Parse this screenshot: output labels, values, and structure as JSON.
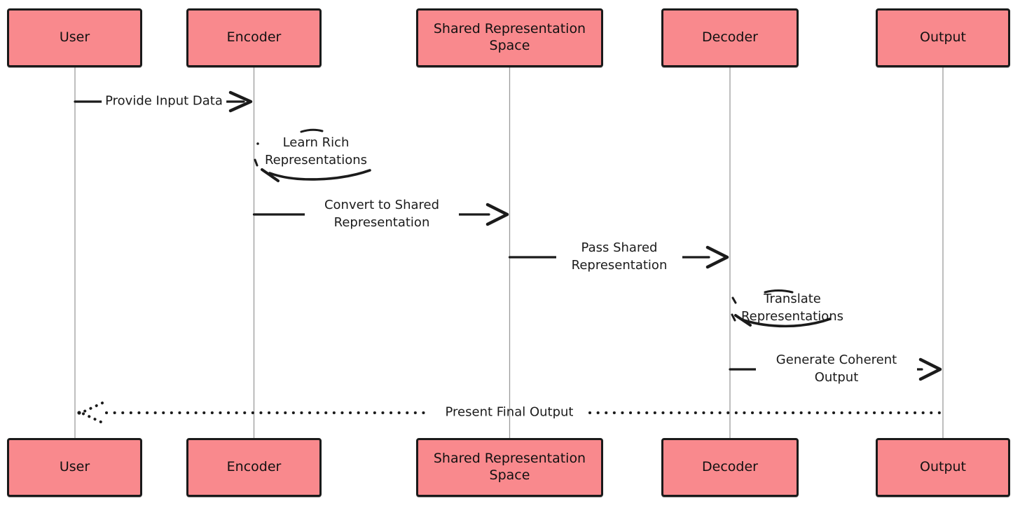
{
  "diagram": {
    "type": "sequence-diagram",
    "style": "hand-drawn",
    "actors": [
      {
        "id": "user",
        "label": "User"
      },
      {
        "id": "encoder",
        "label": "Encoder"
      },
      {
        "id": "shared",
        "label": "Shared Representation Space"
      },
      {
        "id": "decoder",
        "label": "Decoder"
      },
      {
        "id": "output",
        "label": "Output"
      }
    ],
    "messages": [
      {
        "from": "user",
        "to": "encoder",
        "label": "Provide Input Data",
        "line": "solid"
      },
      {
        "from": "encoder",
        "to": "encoder",
        "label": "Learn Rich Representations",
        "line": "self"
      },
      {
        "from": "encoder",
        "to": "shared",
        "label": "Convert to Shared Representation",
        "line": "solid"
      },
      {
        "from": "shared",
        "to": "decoder",
        "label": "Pass Shared Representation",
        "line": "solid"
      },
      {
        "from": "decoder",
        "to": "decoder",
        "label": "Translate Representations",
        "line": "self"
      },
      {
        "from": "decoder",
        "to": "output",
        "label": "Generate Coherent Output",
        "line": "solid"
      },
      {
        "from": "output",
        "to": "user",
        "label": "Present Final Output",
        "line": "dotted"
      }
    ],
    "colors": {
      "actor_fill": "#f9898d",
      "actor_border": "#1a1a1a",
      "message_line": "#1b1b1b",
      "lifeline": "#9b9b9b",
      "background": "#ffffff"
    }
  }
}
